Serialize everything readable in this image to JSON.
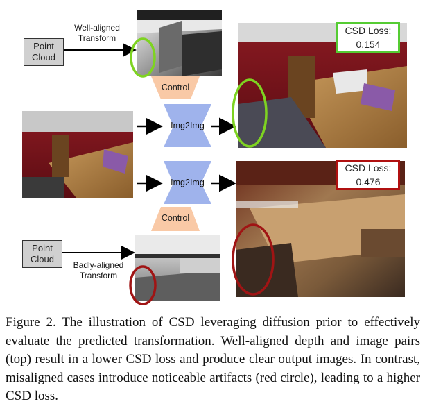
{
  "figure": {
    "top_point_cloud": "Point\nCloud",
    "bottom_point_cloud": "Point\nCloud",
    "well_aligned_label": "Well-aligned\nTransform",
    "badly_aligned_label": "Badly-aligned\nTransform",
    "control_top": "Control",
    "control_bottom": "Control",
    "img2img_top": "Img2Img",
    "img2img_bottom": "Img2Img",
    "loss_top_title": "CSD Loss:",
    "loss_top_value": "0.154",
    "loss_bottom_title": "CSD Loss:",
    "loss_bottom_value": "0.476",
    "colors": {
      "good_circle": "#7ed321",
      "bad_circle": "#a01414",
      "control_fill": "#f9c9a6",
      "img2img_fill": "#9fb3ec"
    }
  },
  "caption": "Figure 2.  The illustration of CSD leveraging diffusion prior to effectively evaluate the predicted transformation.  Well-aligned depth and image pairs (top) result in a lower CSD loss and produce clear output images. In contrast, misaligned cases introduce noticeable artifacts (red circle), leading to a higher CSD loss."
}
